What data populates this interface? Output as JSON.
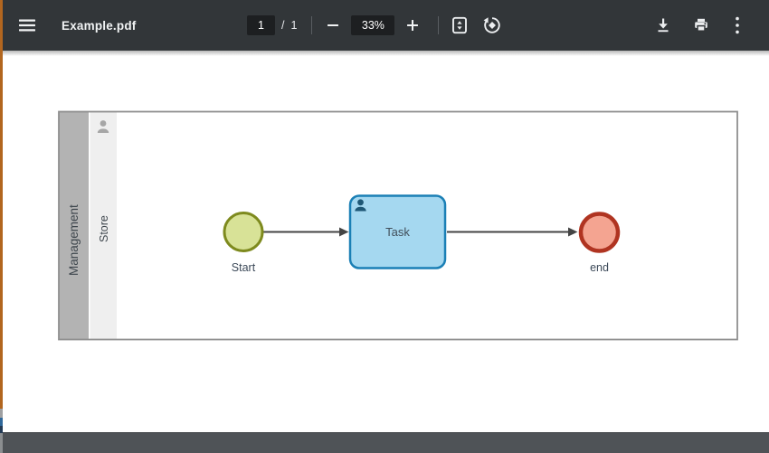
{
  "toolbar": {
    "title": "Example.pdf",
    "page": {
      "current": "1",
      "separator": "/",
      "total": "1"
    },
    "zoom_value": "33%"
  },
  "icons": {
    "menu": "hamburger-lines",
    "zoom_out": "minus",
    "zoom_in": "plus",
    "fit_page": "rect-with-vertical-arrows",
    "rotate": "rotate-counterclockwise",
    "download": "arrow-down-to-bar",
    "print": "printer",
    "more": "vertical-ellipsis",
    "lane_person": "person-silhouette",
    "task_user": "person-silhouette"
  },
  "colors": {
    "toolbar_bg": "#323639",
    "toolbar_box_bg": "#1d1f21",
    "icon": "#eceef0",
    "bottom_bar_bg": "#4f5357",
    "pool_border": "#8f8f8f",
    "pool_band_fill": "#b3b3b3",
    "lane_fill": "#efefef",
    "band_label_color": "#3f474e",
    "label_color": "#3d4a59",
    "connector": "#444444",
    "start_fill": "#d8e297",
    "start_stroke": "#7e8a1e",
    "task_fill": "#a5d8f0",
    "task_stroke": "#1a7fb5",
    "task_label_color": "#414e5a",
    "task_icon": "#1f5876",
    "lane_icon": "#a6a6a6",
    "end_fill": "#f4a491",
    "end_stroke": "#b03421"
  },
  "diagram": {
    "pool_label": "Management",
    "lane_label": "Store",
    "start_label": "Start",
    "task_label": "Task",
    "end_label": "end"
  }
}
